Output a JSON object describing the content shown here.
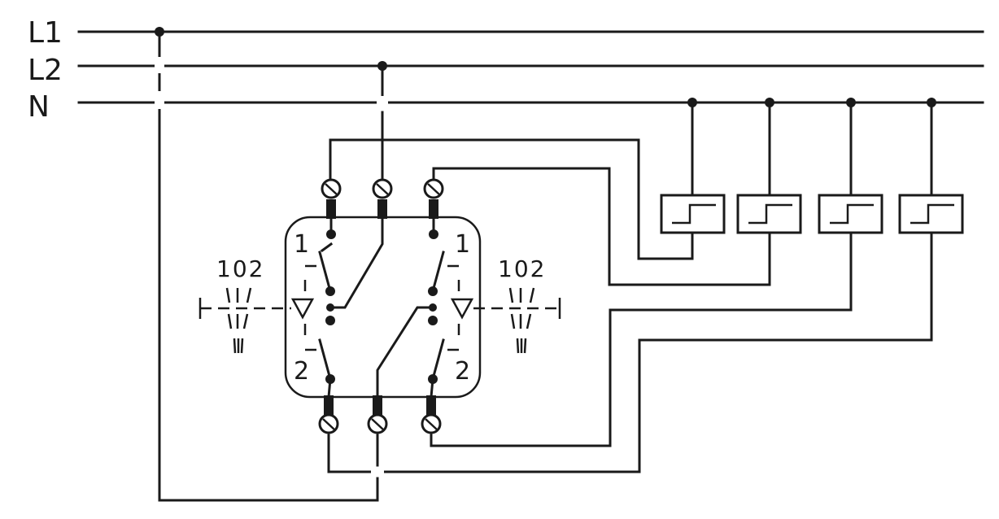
{
  "lines": {
    "l1": "L1",
    "l2": "L2",
    "n": "N"
  },
  "switch": {
    "left_top_position": "1",
    "left_bottom_position": "2",
    "right_top_position": "1",
    "right_bottom_position": "2",
    "left_selector": "102",
    "right_selector": "102"
  },
  "symbols": {
    "terminal": "screw-terminal-icon",
    "relay": "step-relay-icon",
    "actuator": "triangle-actuator-icon"
  }
}
